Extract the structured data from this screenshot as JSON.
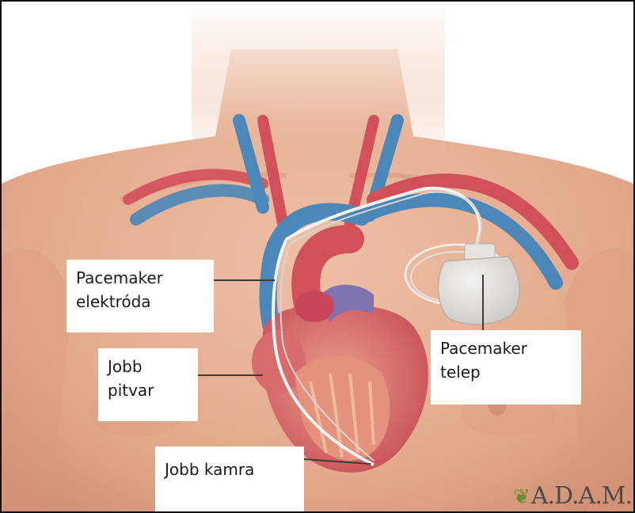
{
  "labels": {
    "electrode": {
      "line1": "Pacemaker",
      "line2": "elektróda"
    },
    "atrium": {
      "line1": "Jobb",
      "line2": "pitvar"
    },
    "battery": {
      "line1": "Pacemaker",
      "line2": "telep"
    },
    "ventricle": {
      "line1": "Jobb kamra"
    }
  },
  "logo": {
    "mark": "❦",
    "text": "A.D.A.M."
  },
  "colors": {
    "skin": "#e9b69a",
    "skin_shadow": "#d9997c",
    "artery": "#d2505a",
    "vein": "#4b87b8",
    "heart": "#c9525a",
    "heart_inner": "#e4927d",
    "device": "#dcd9d5"
  }
}
